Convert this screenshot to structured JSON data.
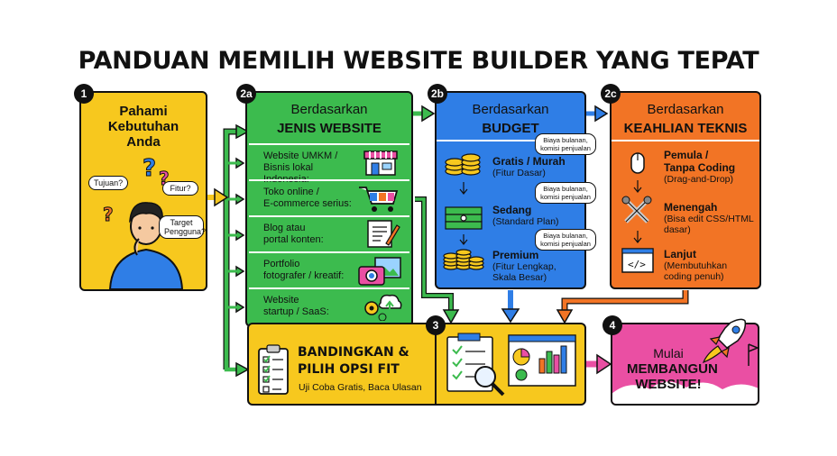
{
  "title": "PANDUAN MEMILIH WEBSITE BUILDER YANG TEPAT",
  "colors": {
    "yellow": "#f7c81e",
    "green": "#3cbb4e",
    "blue": "#2f7ee6",
    "orange": "#f27425",
    "pink": "#ea4fa3"
  },
  "step1": {
    "badge": "1",
    "title_l1": "Pahami",
    "title_l2": "Kebutuhan",
    "title_l3": "Anda",
    "bubbles": {
      "tujuan": "Tujuan?",
      "fitur": "Fitur?",
      "target_l1": "Target",
      "target_l2": "Pengguna?"
    }
  },
  "step2a": {
    "badge": "2a",
    "head": "Berdasarkan",
    "head_bold": "JENIS WEBSITE",
    "rows": [
      {
        "l1": "Website UMKM /",
        "l2": "Bisnis lokal Indonesia:",
        "icon": "store-icon"
      },
      {
        "l1": "Toko online /",
        "l2": "E-commerce serius:",
        "icon": "cart-icon"
      },
      {
        "l1": "Blog atau",
        "l2": "portal konten:",
        "icon": "document-pen-icon"
      },
      {
        "l1": "Portfolio",
        "l2": "fotografer / kreatif:",
        "icon": "camera-icon"
      },
      {
        "l1": "Website",
        "l2": "startup / SaaS:",
        "icon": "gear-cloud-icon"
      }
    ]
  },
  "step2b": {
    "badge": "2b",
    "head": "Berdasarkan",
    "head_bold": "BUDGET",
    "bubble_l1": "Biaya bulanan,",
    "bubble_l2": "komisi penjualan",
    "tiers": [
      {
        "name": "Gratis / Murah",
        "desc_l1": "(Fitur Dasar)",
        "desc_l2": ""
      },
      {
        "name": "Sedang",
        "desc_l1": "(Standard Plan)",
        "desc_l2": ""
      },
      {
        "name": "Premium",
        "desc_l1": "(Fitur Lengkap,",
        "desc_l2": "Skala Besar)"
      }
    ]
  },
  "step2c": {
    "badge": "2c",
    "head": "Berdasarkan",
    "head_bold": "KEAHLIAN TEKNIS",
    "levels": [
      {
        "l1": "Pemula /",
        "l2": "Tanpa Coding",
        "d1": "(Drag-and-Drop)",
        "d2": ""
      },
      {
        "l1": "Menengah",
        "l2": "",
        "d1": "(Bisa edit CSS/HTML",
        "d2": "dasar)"
      },
      {
        "l1": "Lanjut",
        "l2": "",
        "d1": "(Membutuhkan",
        "d2": "coding penuh)"
      }
    ]
  },
  "step3": {
    "badge": "3",
    "title_l1": "BANDINGKAN &",
    "title_l2": "PILIH OPSI FIT",
    "sub": "Uji Coba Gratis, Baca Ulasan"
  },
  "step4": {
    "badge": "4",
    "l1": "Mulai",
    "l2": "MEMBANGUN",
    "l3": "WEBSITE!"
  }
}
